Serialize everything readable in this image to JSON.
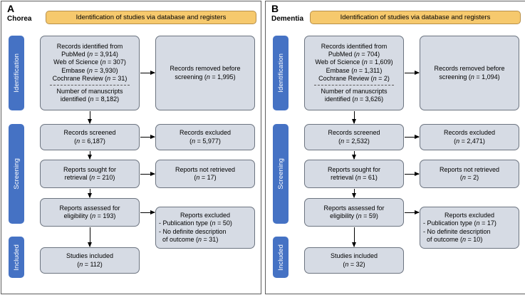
{
  "figure": {
    "banner_label": "Identification of studies via database and registers",
    "stage_labels": {
      "identification": "Identification",
      "screening": "Screening",
      "included": "Included"
    },
    "colors": {
      "banner": "#f6c96d",
      "stage_bar": "#4572c4",
      "box_fill": "#d6dbe4",
      "box_border": "#6c7480",
      "panel_border": "#5e5e5e"
    }
  },
  "panels": [
    {
      "letter": "A",
      "subject": "Chorea",
      "identified": {
        "title": "Records identified from",
        "sources": [
          "PubMed (n = 3,914)",
          "Web of Science (n = 307)",
          "Embase (n = 3,930)",
          "Cochrane Review (n = 31)"
        ],
        "manuscripts_line1": "Number of manuscripts",
        "manuscripts_line2": "identified (n = 8,182)"
      },
      "removed": {
        "line1": "Records removed before",
        "line2": "screening (n = 1,995)"
      },
      "screened": {
        "line1": "Records screened",
        "line2": "(n = 6,187)"
      },
      "excluded1": {
        "line1": "Records excluded",
        "line2": "(n = 5,977)"
      },
      "sought": {
        "line1": "Reports sought for",
        "line2": "retrieval (n = 210)"
      },
      "not_retrieved": {
        "line1": "Reports not retrieved",
        "line2": "(n = 17)"
      },
      "assessed": {
        "line1": "Reports assessed for",
        "line2": "eligibility (n = 193)"
      },
      "excluded2": {
        "title": "Reports excluded",
        "reasons": [
          "- Publication type (n = 50)",
          "- No definite description",
          "  of outcome (n = 31)"
        ]
      },
      "included": {
        "line1": "Studies included",
        "line2": "(n = 112)"
      }
    },
    {
      "letter": "B",
      "subject": "Dementia",
      "identified": {
        "title": "Records identified from",
        "sources": [
          "PubMed (n = 704)",
          "Web of Science (n = 1,609)",
          "Embase (n = 1,311)",
          "Cochrane Review (n = 2)"
        ],
        "manuscripts_line1": "Number of manuscripts",
        "manuscripts_line2": "identified (n = 3,626)"
      },
      "removed": {
        "line1": "Records removed before",
        "line2": "screening (n = 1,094)"
      },
      "screened": {
        "line1": "Records screened",
        "line2": "(n = 2,532)"
      },
      "excluded1": {
        "line1": "Records excluded",
        "line2": "(n = 2,471)"
      },
      "sought": {
        "line1": "Reports sought for",
        "line2": "retrieval (n = 61)"
      },
      "not_retrieved": {
        "line1": "Reports not retrieved",
        "line2": "(n = 2)"
      },
      "assessed": {
        "line1": "Reports assessed for",
        "line2": "eligibility (n = 59)"
      },
      "excluded2": {
        "title": "Reports excluded",
        "reasons": [
          "- Publication type (n = 17)",
          "- No definite description",
          "  of outcome (n = 10)"
        ]
      },
      "included": {
        "line1": "Studies included",
        "line2": "(n = 32)"
      }
    }
  ]
}
